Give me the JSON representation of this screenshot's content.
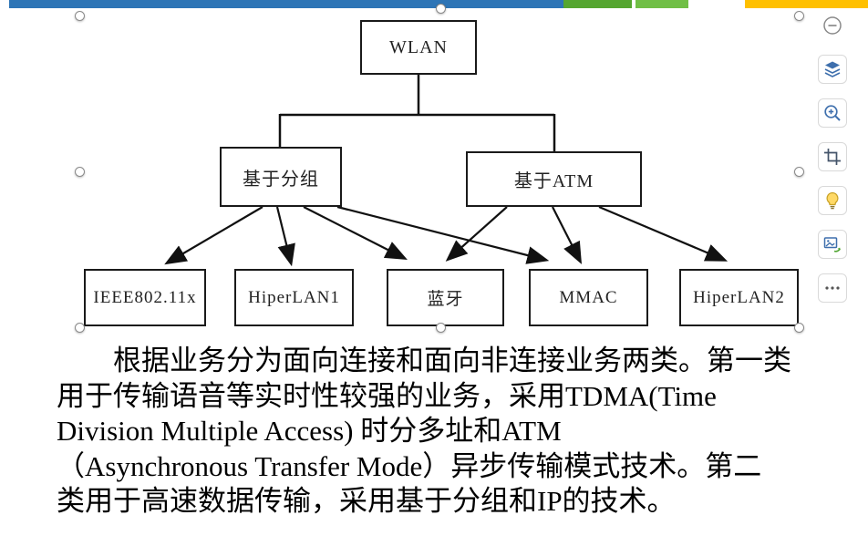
{
  "accent_bar": {
    "segment_colors": [
      "#2E75B6",
      "#55A630",
      "#70BF46",
      "#FFC000"
    ]
  },
  "diagram": {
    "root": "WLAN",
    "level2": {
      "packet": "基于分组",
      "atm": "基于ATM"
    },
    "leaves": [
      "IEEE802.11x",
      "HiperLAN1",
      "蓝牙",
      "MMAC",
      "HiperLAN2"
    ],
    "edges": [
      {
        "from": "WLAN",
        "to": "基于分组"
      },
      {
        "from": "WLAN",
        "to": "基于ATM"
      },
      {
        "from": "基于分组",
        "to": "IEEE802.11x"
      },
      {
        "from": "基于分组",
        "to": "HiperLAN1"
      },
      {
        "from": "基于分组",
        "to": "蓝牙"
      },
      {
        "from": "基于分组",
        "to": "MMAC"
      },
      {
        "from": "基于ATM",
        "to": "蓝牙"
      },
      {
        "from": "基于ATM",
        "to": "MMAC"
      },
      {
        "from": "基于ATM",
        "to": "HiperLAN2"
      }
    ]
  },
  "paragraph": {
    "lines": [
      "　　根据业务分为面向连接和面向非连接业务两类。第一类",
      "用于传输语音等实时性较强的业务，采用TDMA(Time",
      "Division Multiple Access) 时分多址和ATM",
      "（Asynchronous Transfer Mode）异步传输模式技术。第二",
      "类用于高速数据传输，采用基于分组和IP的技术。"
    ]
  },
  "toolbar": {
    "accent_color": "#3E6FAD",
    "buttons": [
      {
        "name": "collapse",
        "icon": "minus-circle"
      },
      {
        "name": "layers",
        "icon": "layers"
      },
      {
        "name": "zoom-in",
        "icon": "magnifier-plus"
      },
      {
        "name": "crop",
        "icon": "crop"
      },
      {
        "name": "smart-suggest",
        "icon": "lightbulb"
      },
      {
        "name": "convert-to-picture",
        "icon": "image-convert"
      },
      {
        "name": "more",
        "icon": "ellipsis"
      }
    ]
  }
}
